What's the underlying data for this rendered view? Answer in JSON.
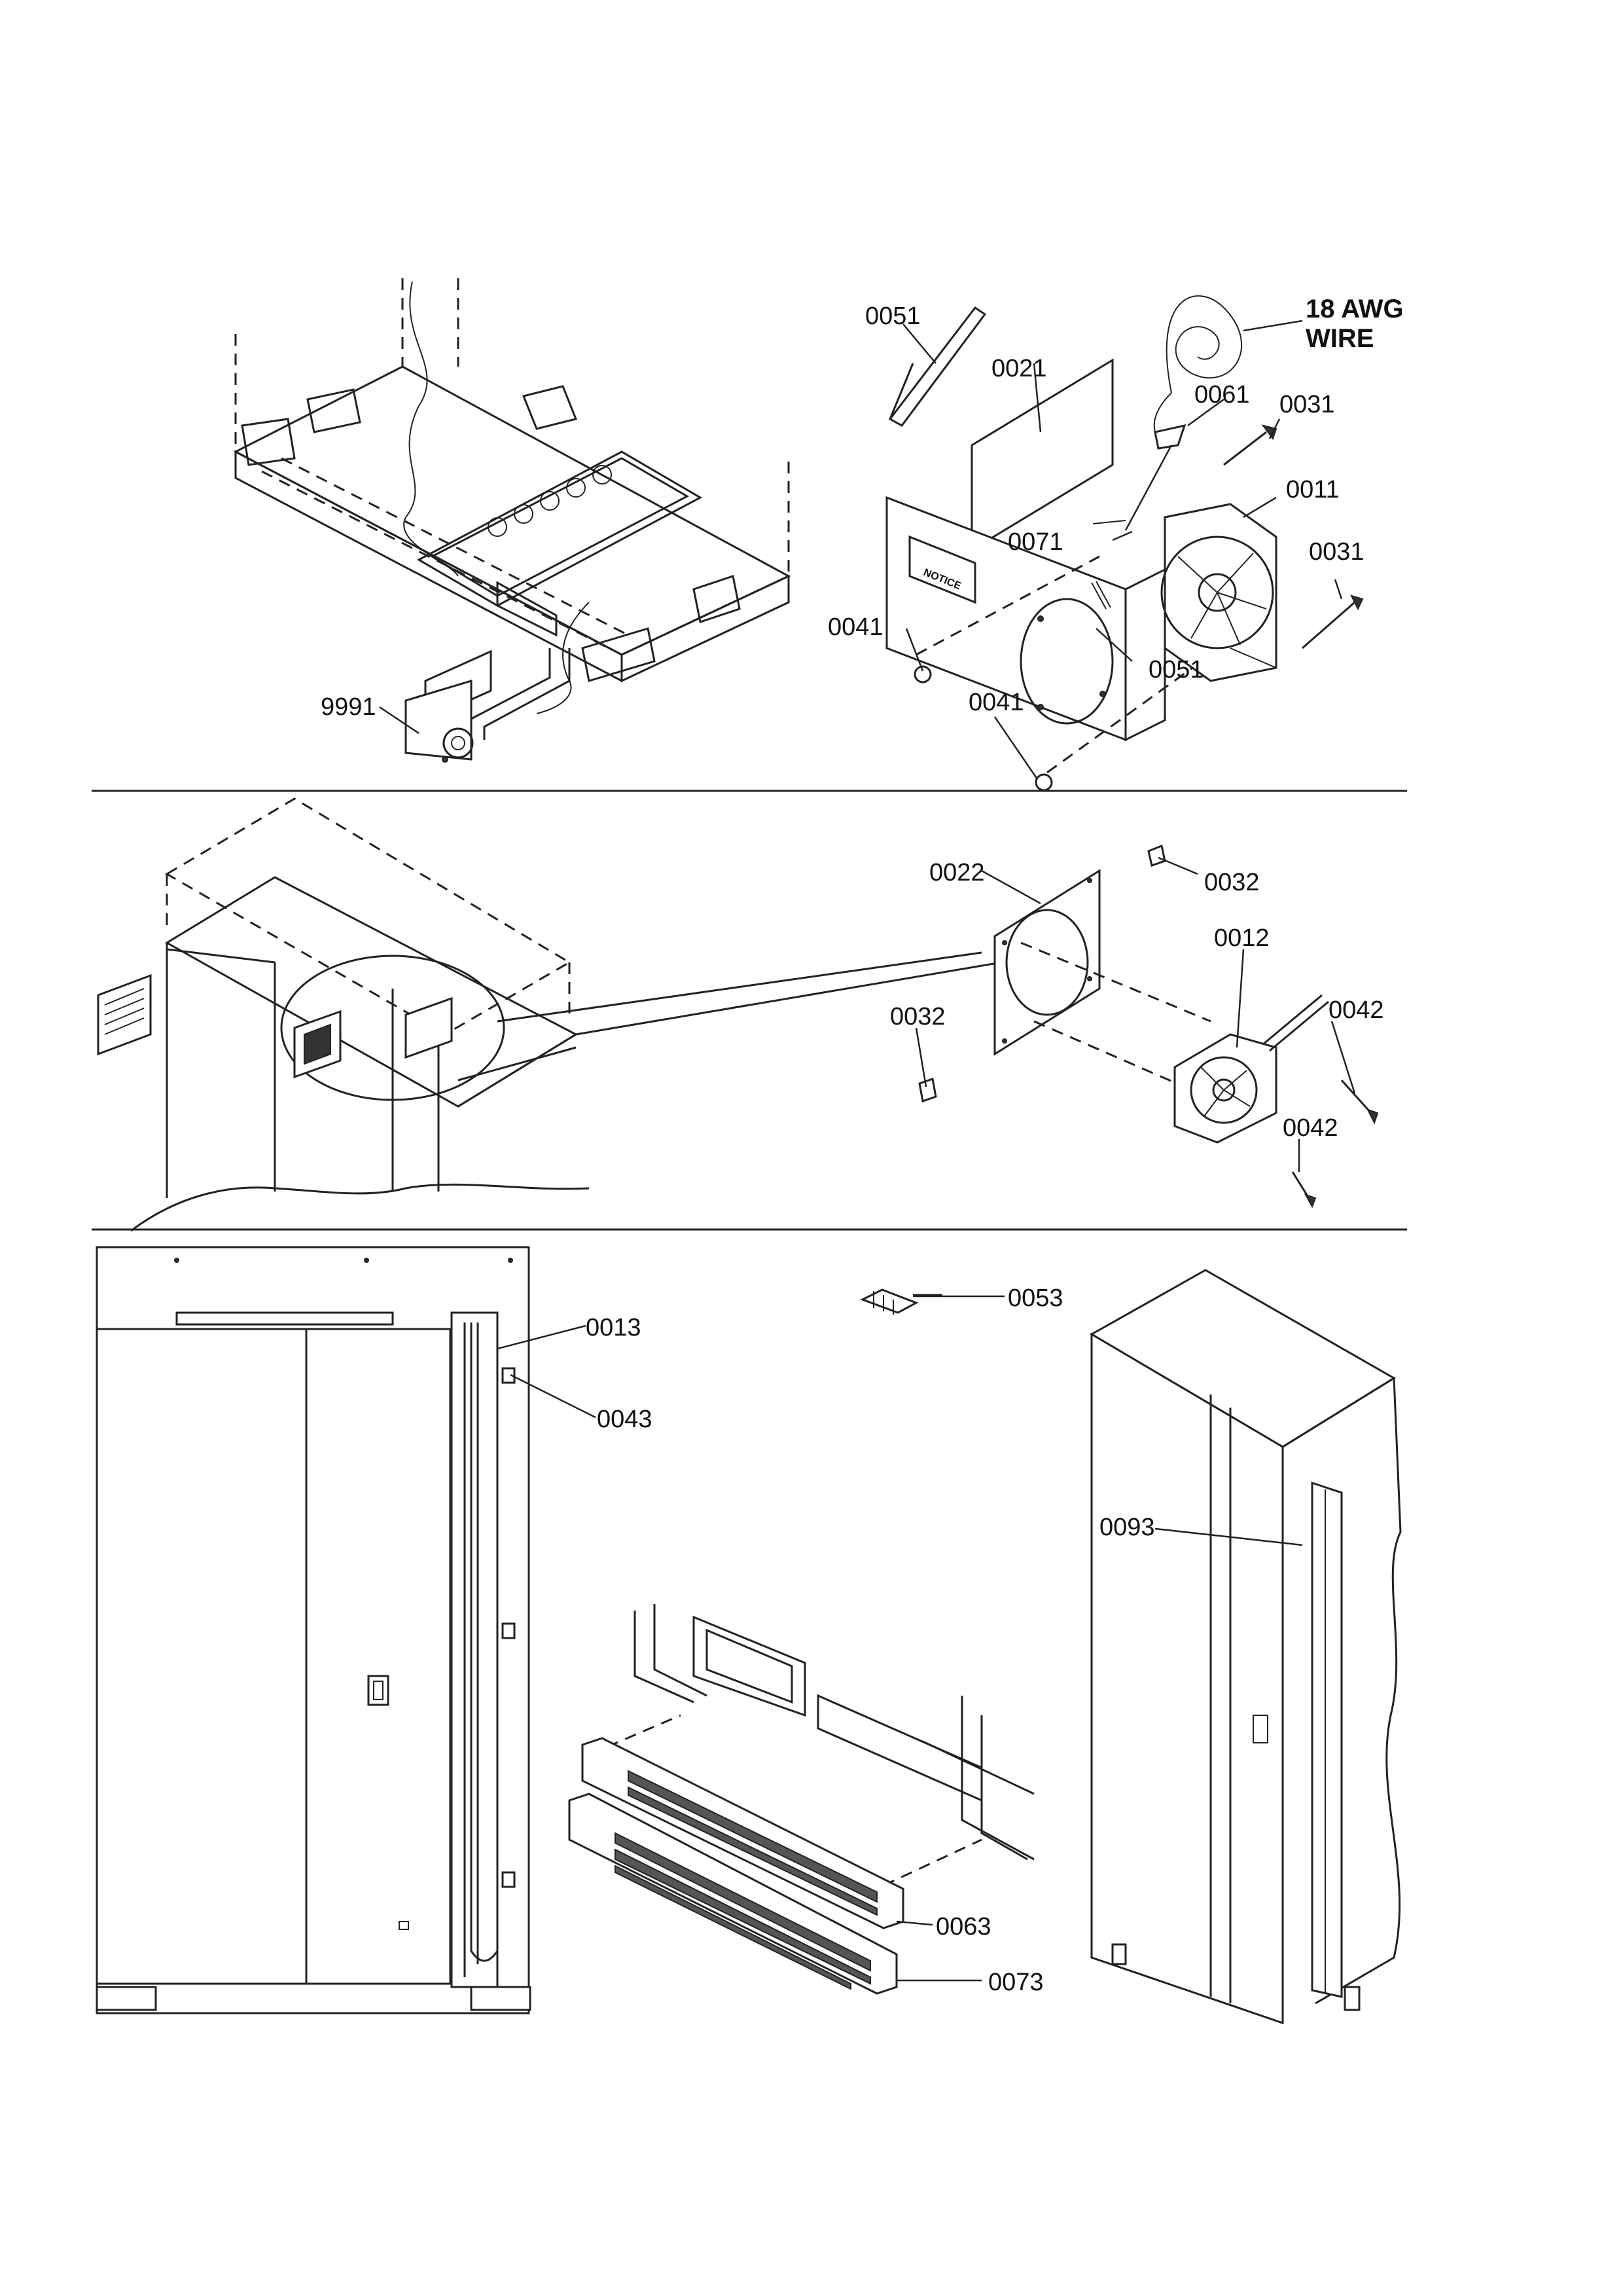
{
  "callouts": {
    "p9991": "9991",
    "p0051_top": "0051",
    "p0021": "0021",
    "wire_line1": "18 AWG",
    "wire_line2": "WIRE",
    "p0061": "0061",
    "p0031_top": "0031",
    "p0011": "0011",
    "p0071": "0071",
    "p0031_right": "0031",
    "p0041_left": "0041",
    "p0051_mid": "0051",
    "p0041_bottom": "0041",
    "p0022": "0022",
    "p0032_top": "0032",
    "p0012": "0012",
    "p0032_left": "0032",
    "p0042_top": "0042",
    "p0042_bottom": "0042",
    "p0053": "0053",
    "p0013": "0013",
    "p0043": "0043",
    "p0093": "0093",
    "p0063": "0063",
    "p0073": "0073"
  },
  "bracket_label": "NOTICE"
}
